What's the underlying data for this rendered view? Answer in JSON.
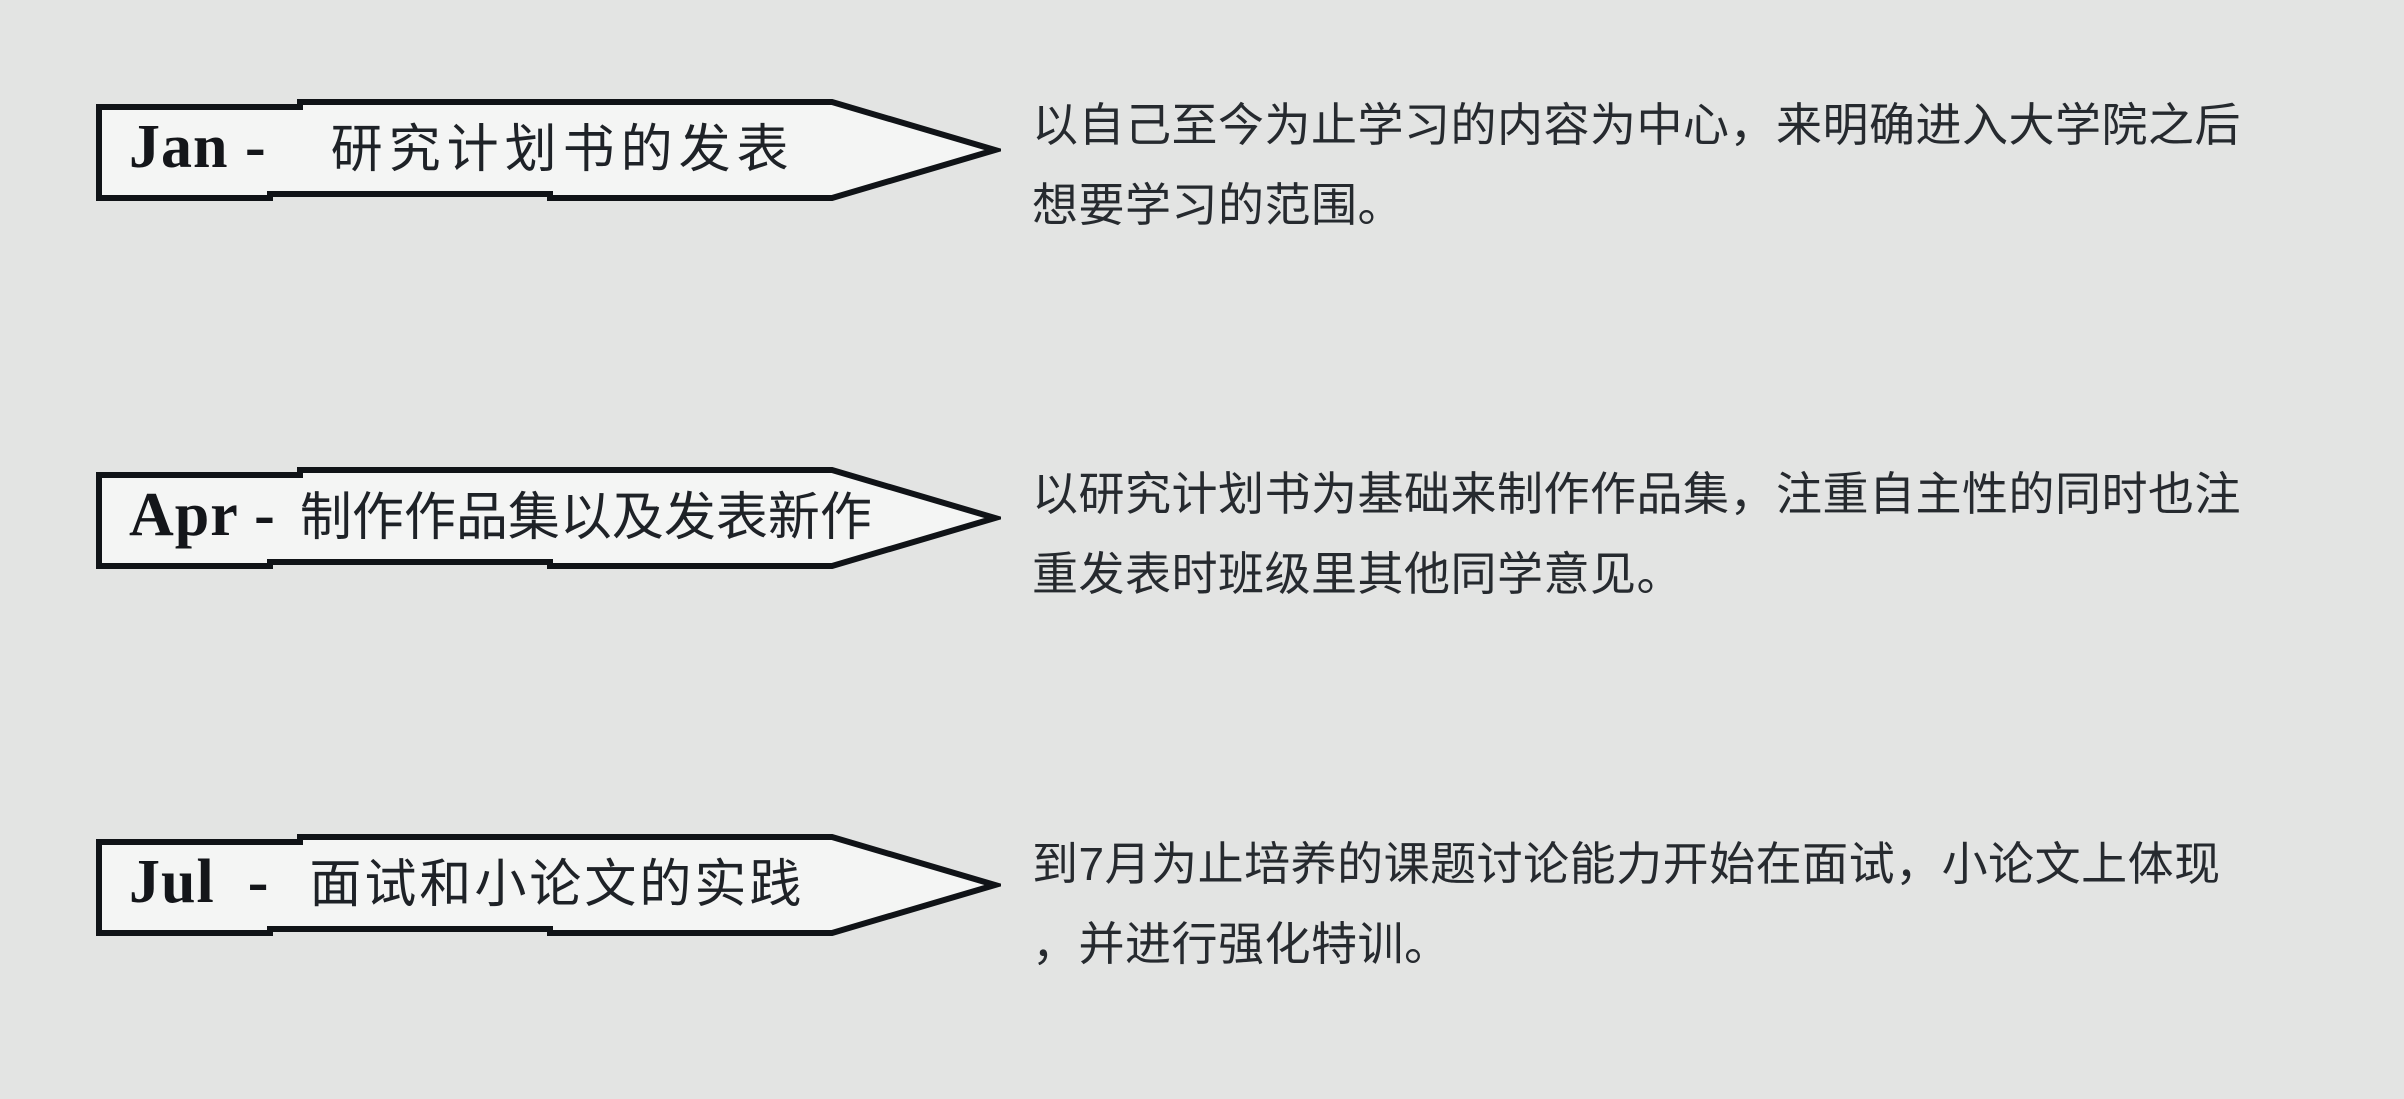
{
  "diagram": {
    "type": "timeline",
    "background_color": "#e3e4e3",
    "banner_fill_color": "#f4f5f4",
    "banner_outline_color": "#101317",
    "month_text_color": "#14161a",
    "description_text_color": "#262a2f"
  },
  "timeline": {
    "rows": [
      {
        "month_label": "Jan -",
        "title": "研究计划书的发表",
        "description": "以自己至今为止学习的内容为中心，来明确进入大学院之后\n想要学习的范围。"
      },
      {
        "month_label": "Apr -",
        "title": "制作作品集以及发表新作",
        "description": "以研究计划书为基础来制作作品集，注重自主性的同时也注\n重发表时班级里其他同学意见。"
      },
      {
        "month_label": "Jul  -",
        "title": "面试和小论文的实践",
        "description": "到7月为止培养的课题讨论能力开始在面试，小论文上体现\n，并进行强化特训。"
      }
    ]
  }
}
